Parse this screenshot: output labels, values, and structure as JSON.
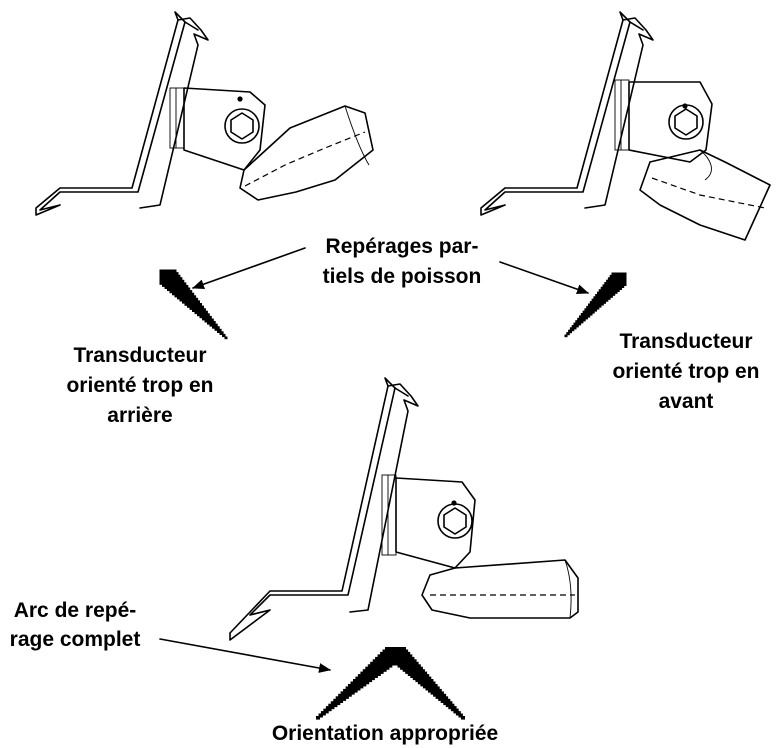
{
  "labels": {
    "partial_1": "Repérages par-",
    "partial_2": "tiels de poisson",
    "back_1": "Transducteur",
    "back_2": "orienté trop en",
    "back_3": "arrière",
    "front_1": "Transducteur",
    "front_2": "orienté trop en",
    "front_3": "avant",
    "full_1": "Arc de repé-",
    "full_2": "rage complet",
    "proper": "Orientation appropriée"
  },
  "colors": {
    "ink": "#000000",
    "background": "#ffffff"
  }
}
